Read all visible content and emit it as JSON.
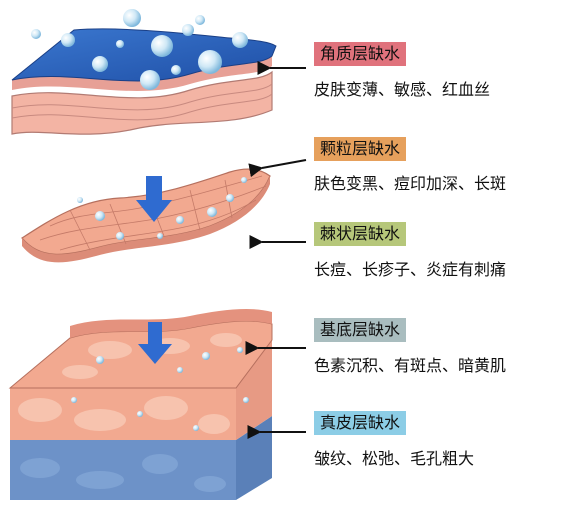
{
  "layers": [
    {
      "title": "角质层缺水",
      "desc": "皮肤变薄、敏感、红血丝",
      "color": "#e0727c"
    },
    {
      "title": "颗粒层缺水",
      "desc": "肤色变黑、痘印加深、长斑",
      "color": "#e6a05c"
    },
    {
      "title": "棘状层缺水",
      "desc": "长痘、长疹子、炎症有刺痛",
      "color": "#b6c77a"
    },
    {
      "title": "基底层缺水",
      "desc": "色素沉积、有斑点、暗黄肌",
      "color": "#a9bdbf"
    },
    {
      "title": "真皮层缺水",
      "desc": "皱纹、松弛、毛孔粗大",
      "color": "#8ccde6"
    }
  ],
  "colors": {
    "water_blue": "#2a5fb8",
    "skin_pink": "#f2a990",
    "arrow_blue": "#2f6bd0",
    "droplet": "#bfe0f2"
  }
}
